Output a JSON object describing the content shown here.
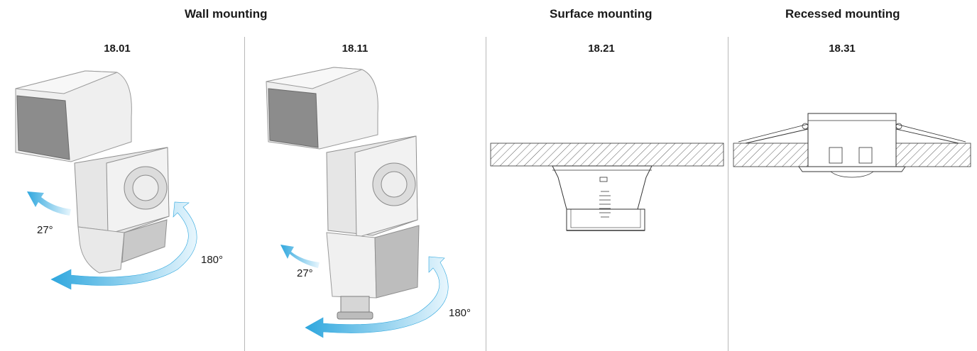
{
  "headings": {
    "wall": "Wall mounting",
    "surface": "Surface mounting",
    "recessed": "Recessed mounting"
  },
  "models": {
    "m1801": "18.01",
    "m1811": "18.11",
    "m1821": "18.21",
    "m1831": "18.31"
  },
  "angles": {
    "m1801_tilt": "27°",
    "m1801_rotation": "180°",
    "m1811_tilt": "27°",
    "m1811_rotation": "180°"
  },
  "colors": {
    "arrow": "#2fa7de",
    "arrow_light": "#d9f0fb",
    "divider": "#b8b8b8",
    "body": "#ececec",
    "shade": "#b9b9b9"
  }
}
